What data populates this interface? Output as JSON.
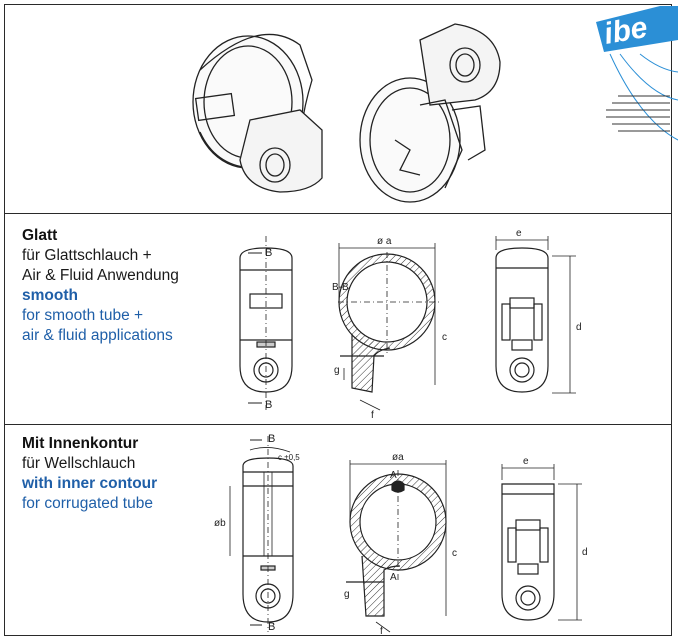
{
  "logo": {
    "text": "ibe",
    "color": "#2b8fd6"
  },
  "rows": [
    {
      "id": "images",
      "label": ""
    },
    {
      "id": "glatt",
      "heading": "Glatt",
      "de_lines": [
        "für Glattschlauch +",
        "Air & Fluid Anwendung"
      ],
      "en_heading": "smooth",
      "en_lines": [
        "for smooth tube +",
        "air & fluid applications"
      ]
    },
    {
      "id": "innenkontur",
      "heading": "Mit Innenkontur",
      "de_lines": [
        "für Wellschlauch"
      ],
      "en_heading": "with inner contour",
      "en_lines": [
        "for corrugated tube"
      ]
    }
  ],
  "dims": {
    "section_bb": "B-B",
    "b": "B",
    "a": "A",
    "phi_a1": "ø a",
    "phi_a2": "øa",
    "phi_b": "øb",
    "c": "c",
    "d": "d",
    "e": "e",
    "f": "f",
    "g": "g",
    "tol": "c ±0,5"
  },
  "colors": {
    "accent": "#1f5fa8",
    "line": "#2a2a2a"
  }
}
